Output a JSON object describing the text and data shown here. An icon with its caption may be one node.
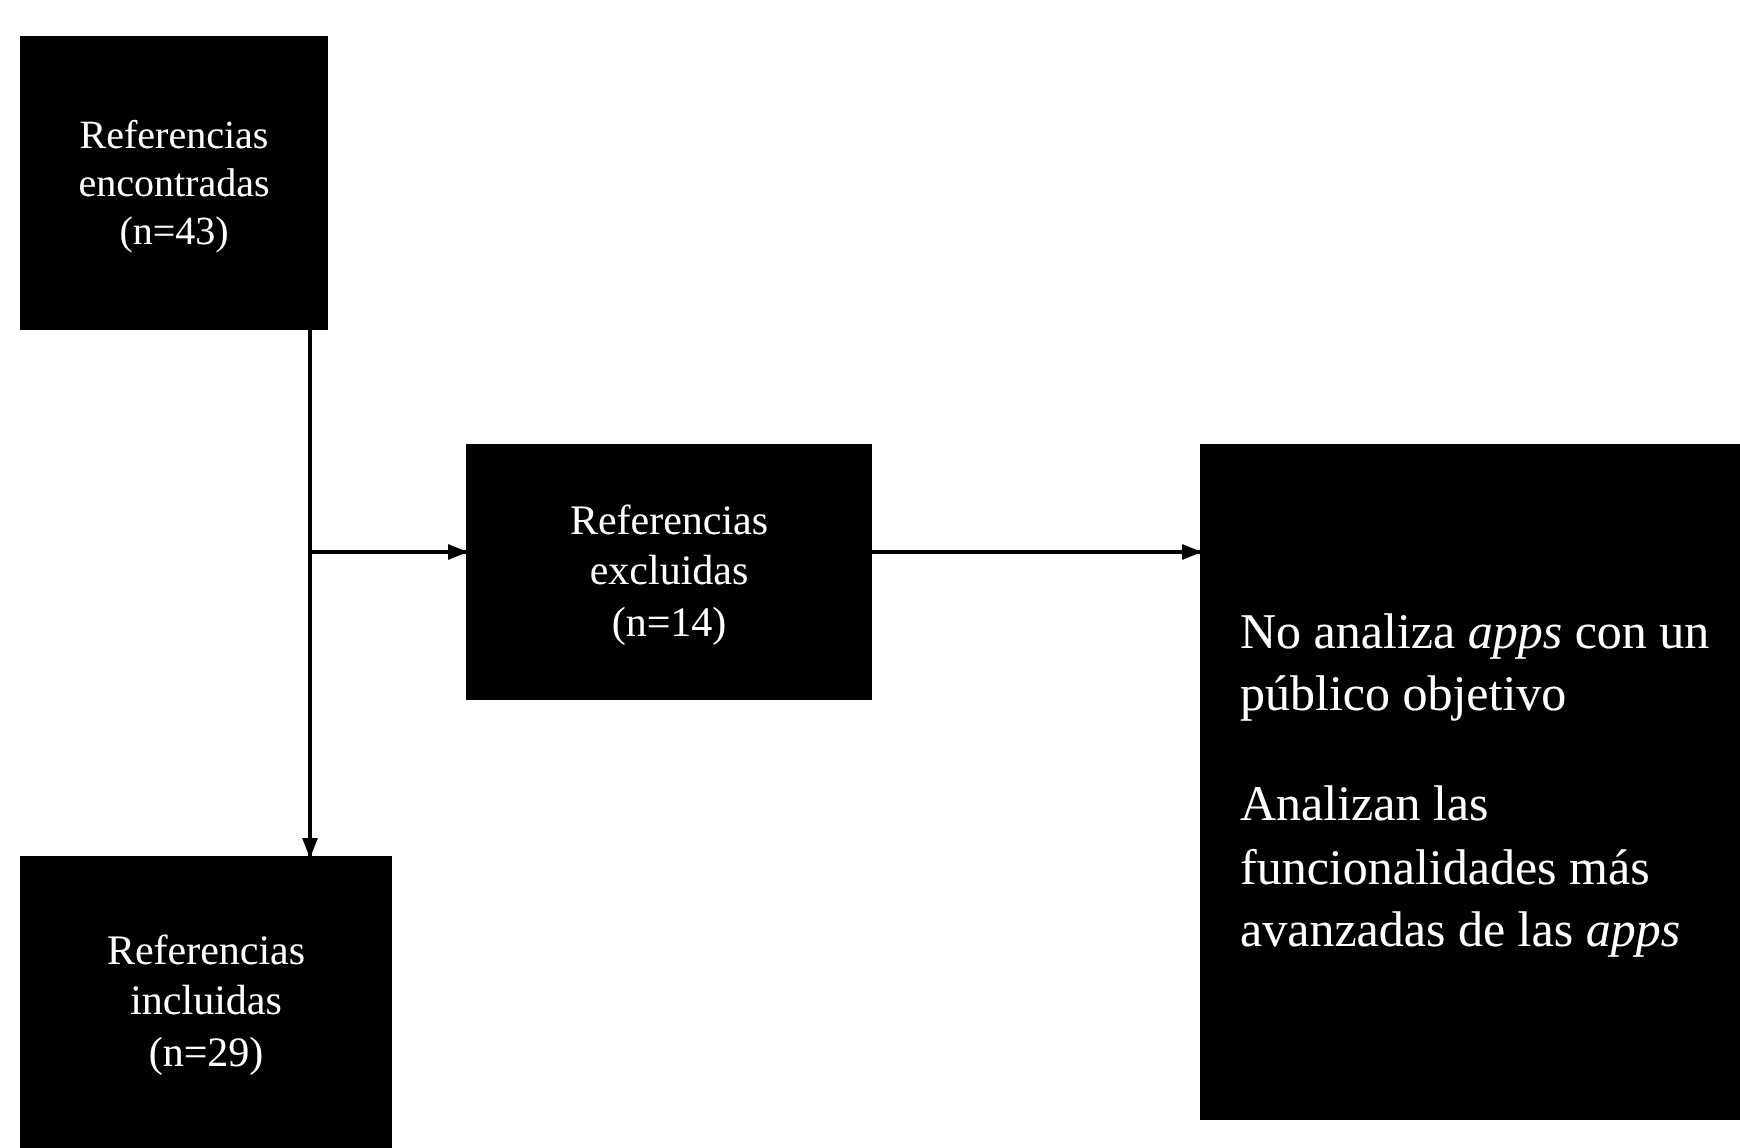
{
  "diagram": {
    "nodes": [
      {
        "text": [
          "Referencias encontradas",
          "(n=43)"
        ]
      },
      {
        "text": [
          "Referencias excluidas",
          "(n=14)"
        ]
      },
      {
        "text": [
          "No analiza *apps* con un público objetivo",
          "Analizan las funcionalidades más avanzadas de las *apps*"
        ]
      },
      {
        "text": [
          "Referencias incluidas",
          "(n=29)"
        ]
      }
    ],
    "edges": [
      {
        "from": 0,
        "to": 1,
        "arrow": "to"
      },
      {
        "from": 1,
        "to": 2,
        "arrow": "to"
      },
      {
        "from": 0,
        "to": 3,
        "arrow": "to"
      }
    ]
  }
}
